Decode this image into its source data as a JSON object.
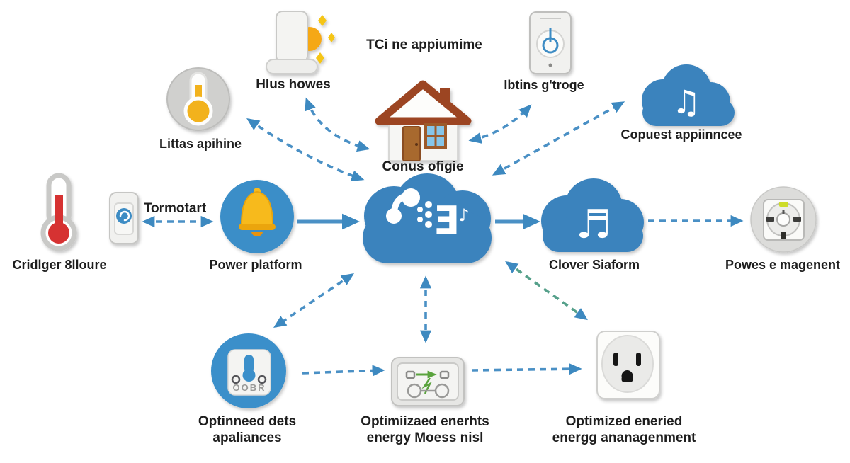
{
  "background_color": "#ffffff",
  "colors": {
    "arrow_blue": "#4a90c5",
    "arrow_head_blue": "#3d89c0",
    "arrow_green": "#55a08a",
    "cloud_blue": "#3b83bd",
    "circle_blue": "#3a8fca",
    "bell_yellow": "#f7ba1e",
    "thermo_red": "#d63230",
    "thermo_yellow": "#f2b21c",
    "roof_brown": "#9c4524"
  },
  "labels": {
    "thermostat_dial": "Littas apihine",
    "smart_light": "Hlus howes",
    "top_caption": "TCi ne appiumime",
    "smart_doorbell": "Ibtins g'troge",
    "music_cloud_top": "Copuest appiinncee",
    "house": "Conus ofigie",
    "red_thermometer": "Cridlger 8lloure",
    "switch_link": "Tormotart",
    "bell_platform": "Power platform",
    "music_cloud_right": "Clover Siaform",
    "power_socket": "Powes e magenent",
    "smart_plug_line1": "Optinneed dets",
    "smart_plug_line2": "apaliances",
    "energy_device_line1": "Optimiizaed enerhts",
    "energy_device_line2": "energy Moess nisl",
    "wall_outlet_line1": "Optimized eneried",
    "wall_outlet_line2": "energg ananagenment"
  },
  "badges": {
    "smart_plug": "OOBR"
  },
  "icons": {
    "music_note_beamed": "♬",
    "music_note_double": "♫",
    "music_note_single": "♪",
    "reversed_e_glyph": "Ǝ"
  }
}
